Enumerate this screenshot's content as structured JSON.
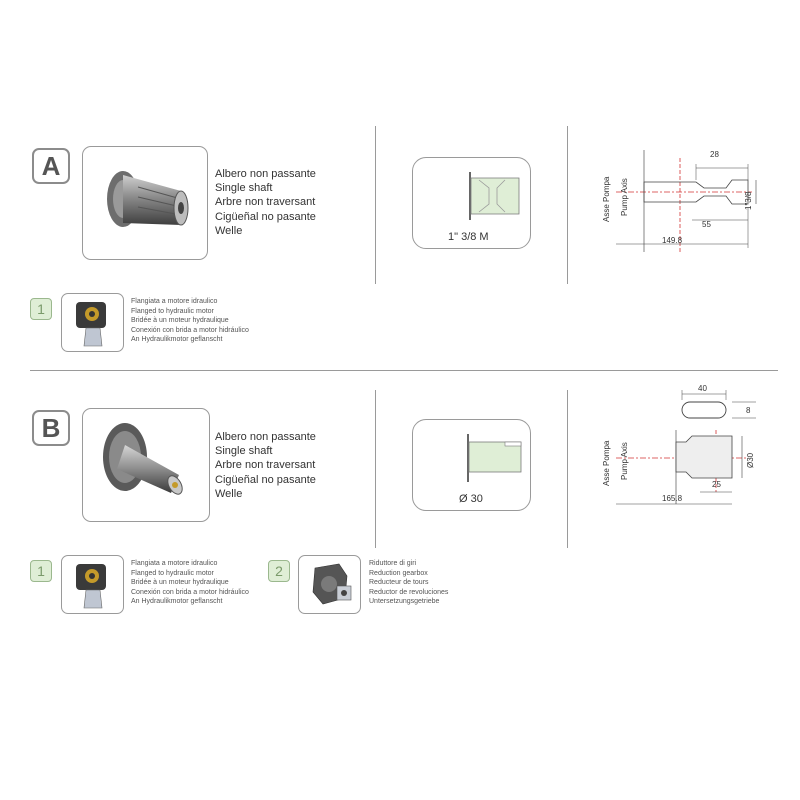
{
  "sections": [
    {
      "letter": "A",
      "desc": [
        "Albero non passante",
        "Single shaft",
        "Arbre non traversant",
        "Cigüeñal no pasante",
        "Welle"
      ],
      "shaft_label": "1\" 3/8 M",
      "dims": {
        "top": "28",
        "side": "1\"3/8",
        "inner": "55",
        "total": "149.8"
      },
      "axis_labels": [
        "Asse Pompa",
        "Pump Axis"
      ],
      "options": [
        {
          "num": "1",
          "lines": [
            "Flangiata a motore idraulico",
            "Flanged to hydraulic motor",
            "Bridée à un moteur hydraulique",
            "Conexión con brida a motor hidráulico",
            "An Hydraulikmotor geflanscht"
          ]
        }
      ]
    },
    {
      "letter": "B",
      "desc": [
        "Albero non passante",
        "Single shaft",
        "Arbre non traversant",
        "Cigüeñal no pasante",
        "Welle"
      ],
      "shaft_label": "Ø 30",
      "dims": {
        "key_w": "40",
        "key_h": "8",
        "diam": "Ø30",
        "inner": "25",
        "total": "165.8"
      },
      "axis_labels": [
        "Asse Pompa",
        "Pump Axis"
      ],
      "options": [
        {
          "num": "1",
          "lines": [
            "Flangiata a motore idraulico",
            "Flanged to hydraulic motor",
            "Bridée à un moteur hydraulique",
            "Conexión con brida a motor hidráulico",
            "An Hydraulikmotor geflanscht"
          ]
        },
        {
          "num": "2",
          "lines": [
            "Riduttore di giri",
            "Reduction gearbox",
            "Reducteur de tours",
            "Reductor de revoluciones",
            "Untersetzungsgetriebe"
          ]
        }
      ]
    }
  ],
  "colors": {
    "accent_green": "#dfeed6",
    "dim_red": "#d33333",
    "frame_gray": "#9a9a9a"
  }
}
